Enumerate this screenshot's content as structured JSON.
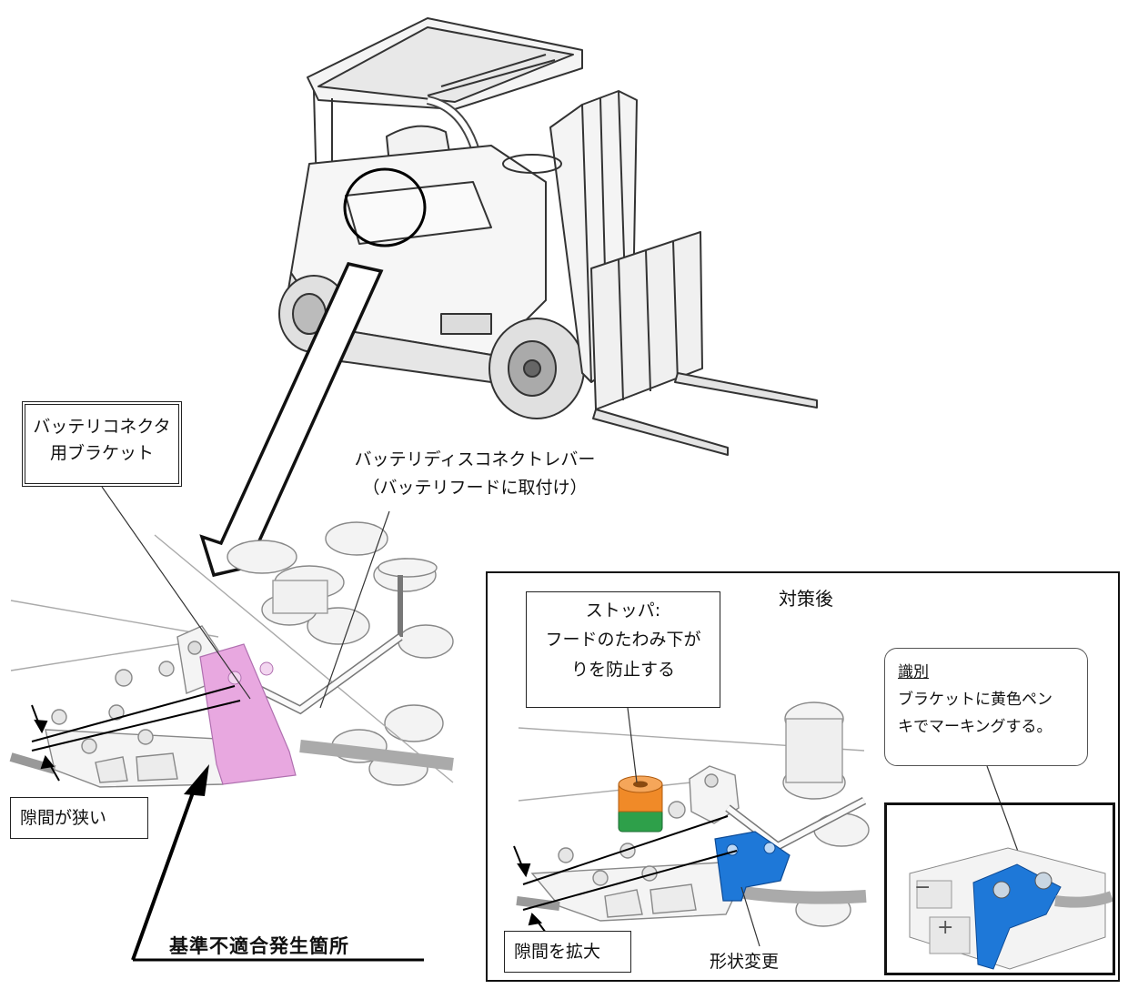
{
  "labels": {
    "bracket_line1": "バッテリコネクタ",
    "bracket_line2": "用ブラケット",
    "lever_line1": "バッテリディスコネクトレバー",
    "lever_line2": "（バッテリフードに取付け）",
    "narrow_gap": "隙間が狭い",
    "location": "基準不適合発生箇所"
  },
  "after": {
    "title": "対策後",
    "stopper_line1": "ストッパ:",
    "stopper_line2": "フードのたわみ下が",
    "stopper_line3": "りを防止する",
    "ident_heading": "識別",
    "ident_line1": "ブラケットに黄色ペン",
    "ident_line2": "キでマーキングする。",
    "gap_widened": "隙間を拡大",
    "shape_change": "形状変更",
    "minus_sign": "−",
    "plus_sign": "+"
  },
  "colors": {
    "old_bracket": "#e8a8e0",
    "new_bracket": "#1e78d8",
    "stopper_top": "#f08a28",
    "stopper_bottom": "#2ea04a",
    "line": "#222222"
  }
}
